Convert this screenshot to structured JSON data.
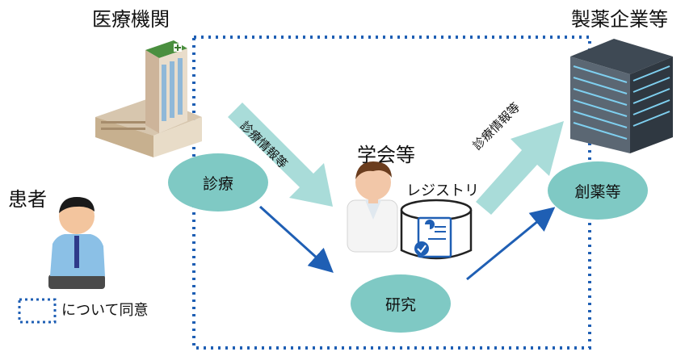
{
  "labels": {
    "medical": "医療機関",
    "pharma": "製薬企業等",
    "society": "学会等",
    "patient": "患者",
    "registry": "レジストリ",
    "consent_note": "について同意",
    "info_left": "診療情報等",
    "info_right": "診療情報等"
  },
  "nodes": {
    "diagnosis": "診療",
    "research": "研究",
    "drug": "創薬等"
  },
  "colors": {
    "ellipse": "#7fc9c4",
    "arrow_light": "#a9dcd9",
    "arrow_blue": "#1f5fb4",
    "dotted": "#1f5fb4"
  },
  "icons": [
    "hospital-icon",
    "office-building-icon",
    "doctor-icon",
    "patient-icon",
    "database-icon"
  ]
}
